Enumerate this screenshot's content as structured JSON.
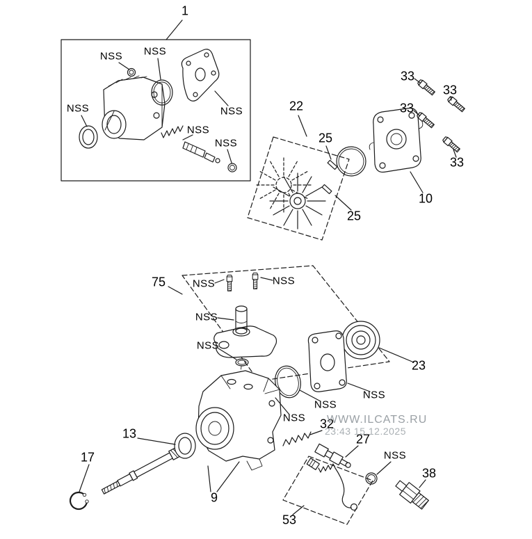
{
  "diagram": {
    "background_color": "#ffffff",
    "line_color": "#1a1a1a",
    "watermark_color": "#9aa0a5"
  },
  "watermark": {
    "line1": "WWW.ILCATS.RU",
    "line2": "23:43 15.12.2025"
  },
  "callouts": [
    {
      "text": "1"
    },
    {
      "text": "NSS"
    },
    {
      "text": "NSS"
    },
    {
      "text": "NSS"
    },
    {
      "text": "NSS"
    },
    {
      "text": "NSS"
    },
    {
      "text": "NSS"
    },
    {
      "text": "22"
    },
    {
      "text": "25"
    },
    {
      "text": "25"
    },
    {
      "text": "33"
    },
    {
      "text": "33"
    },
    {
      "text": "33"
    },
    {
      "text": "33"
    },
    {
      "text": "10"
    },
    {
      "text": "75"
    },
    {
      "text": "NSS"
    },
    {
      "text": "NSS"
    },
    {
      "text": "NSS"
    },
    {
      "text": "NSS"
    },
    {
      "text": "23"
    },
    {
      "text": "NSS"
    },
    {
      "text": "NSS"
    },
    {
      "text": "NSS"
    },
    {
      "text": "13"
    },
    {
      "text": "17"
    },
    {
      "text": "9"
    },
    {
      "text": "32"
    },
    {
      "text": "27"
    },
    {
      "text": "NSS"
    },
    {
      "text": "38"
    },
    {
      "text": "53"
    }
  ]
}
